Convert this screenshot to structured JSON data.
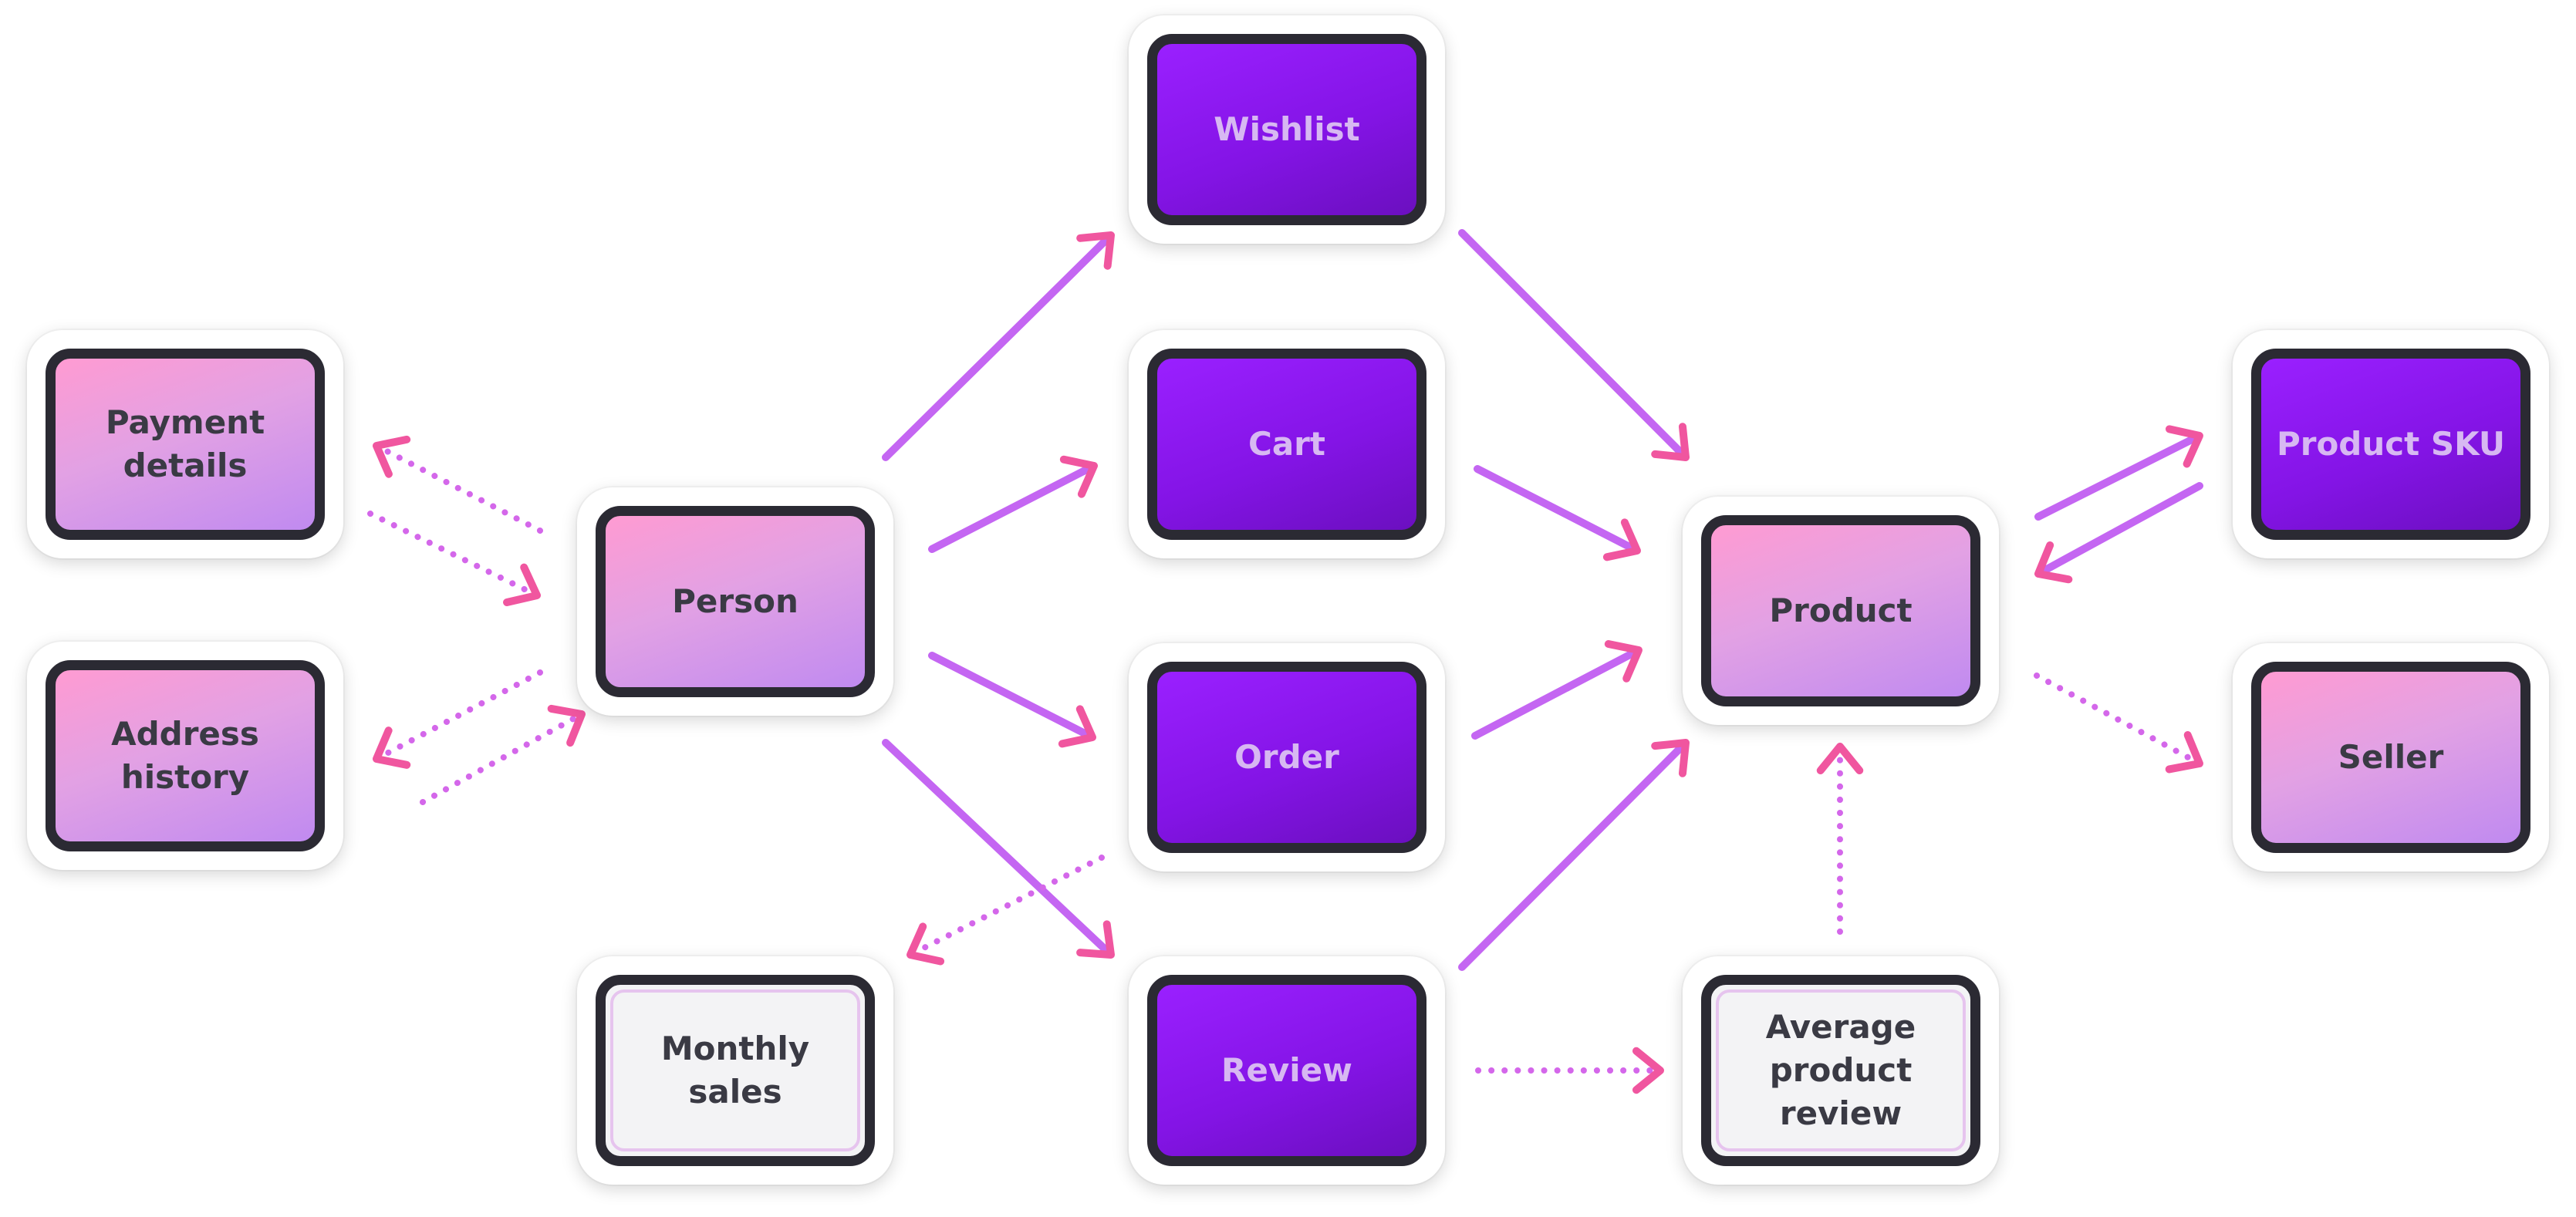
{
  "nodes": [
    {
      "id": "payment-details",
      "label": "Payment\ndetails",
      "kind": "entity"
    },
    {
      "id": "address-history",
      "label": "Address\nhistory",
      "kind": "entity"
    },
    {
      "id": "person",
      "label": "Person",
      "kind": "entity"
    },
    {
      "id": "wishlist",
      "label": "Wishlist",
      "kind": "event"
    },
    {
      "id": "cart",
      "label": "Cart",
      "kind": "event"
    },
    {
      "id": "order",
      "label": "Order",
      "kind": "event"
    },
    {
      "id": "review",
      "label": "Review",
      "kind": "event"
    },
    {
      "id": "monthly-sales",
      "label": "Monthly sales",
      "kind": "derived"
    },
    {
      "id": "product",
      "label": "Product",
      "kind": "entity"
    },
    {
      "id": "average-product-review",
      "label": "Average\nproduct\nreview",
      "kind": "derived"
    },
    {
      "id": "product-sku",
      "label": "Product SKU",
      "kind": "event"
    },
    {
      "id": "seller",
      "label": "Seller",
      "kind": "entity"
    }
  ],
  "edges": [
    {
      "from": "person",
      "to": "payment-details",
      "style": "dotted"
    },
    {
      "from": "payment-details",
      "to": "person",
      "style": "dotted"
    },
    {
      "from": "person",
      "to": "address-history",
      "style": "dotted"
    },
    {
      "from": "address-history",
      "to": "person",
      "style": "dotted"
    },
    {
      "from": "person",
      "to": "wishlist",
      "style": "solid"
    },
    {
      "from": "person",
      "to": "cart",
      "style": "solid"
    },
    {
      "from": "person",
      "to": "order",
      "style": "solid"
    },
    {
      "from": "person",
      "to": "review",
      "style": "solid"
    },
    {
      "from": "wishlist",
      "to": "product",
      "style": "solid"
    },
    {
      "from": "cart",
      "to": "product",
      "style": "solid"
    },
    {
      "from": "order",
      "to": "product",
      "style": "solid"
    },
    {
      "from": "review",
      "to": "product",
      "style": "solid"
    },
    {
      "from": "order",
      "to": "monthly-sales",
      "style": "dotted"
    },
    {
      "from": "review",
      "to": "average-product-review",
      "style": "dotted"
    },
    {
      "from": "average-product-review",
      "to": "product",
      "style": "dotted"
    },
    {
      "from": "product",
      "to": "product-sku",
      "style": "solid"
    },
    {
      "from": "product-sku",
      "to": "product",
      "style": "solid"
    },
    {
      "from": "product",
      "to": "seller",
      "style": "dotted"
    }
  ],
  "colors": {
    "arrow_line": "#c466f2",
    "arrow_head": "#f0569f",
    "dotted_line": "#d467ea",
    "box_border": "#2b2a33"
  }
}
